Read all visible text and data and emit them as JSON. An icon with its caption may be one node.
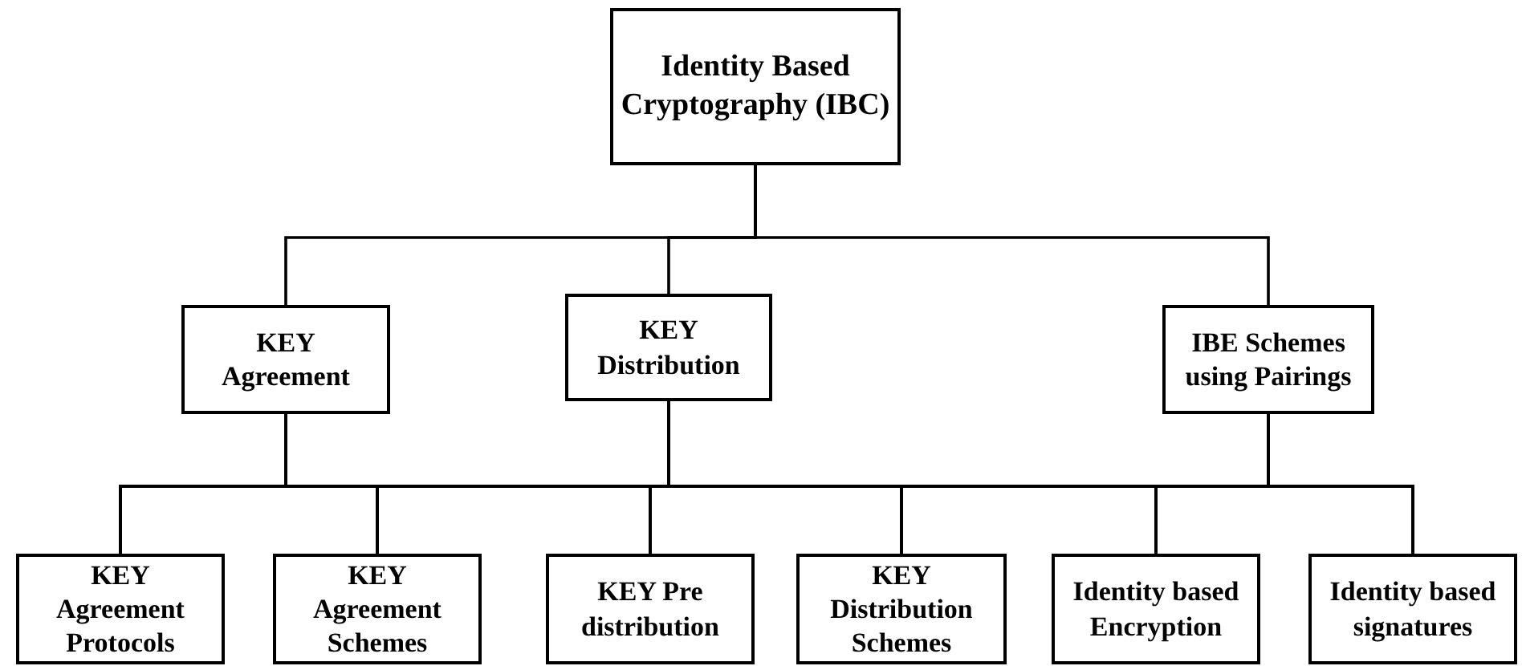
{
  "diagram": {
    "nodes": [
      {
        "text": [
          "Identity Based Cryptography (IBC)"
        ]
      },
      {
        "text": [
          "KEY Agreement"
        ]
      },
      {
        "text": [
          "KEY Distribution"
        ]
      },
      {
        "text": [
          "IBE Schemes using Pairings"
        ]
      },
      {
        "text": [
          "KEY Agreement Protocols"
        ]
      },
      {
        "text": [
          "KEY Agreement Schemes"
        ]
      },
      {
        "text": [
          "KEY Pre distribution"
        ]
      },
      {
        "text": [
          "KEY Distribution Schemes"
        ]
      },
      {
        "text": [
          "Identity based Encryption"
        ]
      },
      {
        "text": [
          "Identity based signatures"
        ]
      }
    ],
    "edges": [
      {
        "from": 0,
        "to": 1,
        "arrow": "none"
      },
      {
        "from": 0,
        "to": 2,
        "arrow": "none"
      },
      {
        "from": 0,
        "to": 3,
        "arrow": "none"
      },
      {
        "from": 1,
        "to": 4,
        "arrow": "none"
      },
      {
        "from": 1,
        "to": 5,
        "arrow": "none"
      },
      {
        "from": 1,
        "to": 6,
        "arrow": "none"
      },
      {
        "from": 1,
        "to": 7,
        "arrow": "none"
      },
      {
        "from": 1,
        "to": 8,
        "arrow": "none"
      },
      {
        "from": 1,
        "to": 9,
        "arrow": "none"
      },
      {
        "from": 2,
        "to": 4,
        "arrow": "none"
      },
      {
        "from": 2,
        "to": 5,
        "arrow": "none"
      },
      {
        "from": 2,
        "to": 6,
        "arrow": "none"
      },
      {
        "from": 2,
        "to": 7,
        "arrow": "none"
      },
      {
        "from": 2,
        "to": 8,
        "arrow": "none"
      },
      {
        "from": 2,
        "to": 9,
        "arrow": "none"
      },
      {
        "from": 3,
        "to": 4,
        "arrow": "none"
      },
      {
        "from": 3,
        "to": 5,
        "arrow": "none"
      },
      {
        "from": 3,
        "to": 6,
        "arrow": "none"
      },
      {
        "from": 3,
        "to": 7,
        "arrow": "none"
      },
      {
        "from": 3,
        "to": 8,
        "arrow": "none"
      },
      {
        "from": 3,
        "to": 9,
        "arrow": "none"
      }
    ]
  }
}
